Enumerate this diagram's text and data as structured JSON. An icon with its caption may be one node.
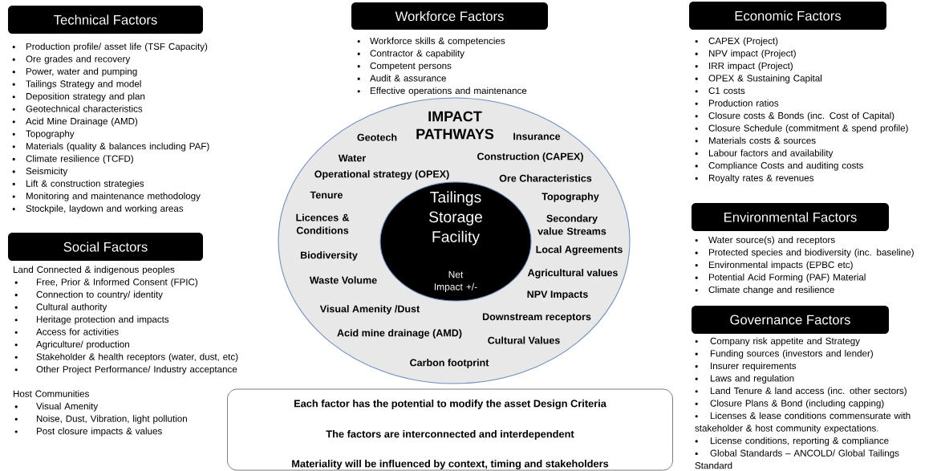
{
  "diagram": {
    "nodes": [
      {
        "text": [
          "Technical Factors"
        ],
        "beside": [
          "Production profile/ asset life (TSF Capacity)",
          "Ore grades and recovery",
          "Power, water and pumping",
          "Tailings Strategy and model",
          "Deposition strategy and plan",
          "Geotechnical characteristics",
          "Acid Mine Drainage (AMD)",
          "Topography",
          "Materials (quality & balances including PAF)",
          "Climate resilience (TCFD)",
          "Seismicity",
          "Lift & construction strategies",
          "Monitoring and maintenance methodology",
          "Stockpile, laydown and working areas"
        ]
      },
      {
        "text": [
          "Social Factors"
        ],
        "beside": [
          "Land Connected & indigenous peoples",
          "Free, Prior & Informed Consent (FPIC)",
          "Connection to country/ identity",
          "Cultural authority",
          "Heritage protection and impacts",
          "Access for activities",
          "Agriculture/ production",
          "Stakeholder & health receptors (water, dust, etc)",
          "Other Project Performance/ Industry acceptance",
          "Host Communities",
          "Visual Amenity",
          "Noise, Dust, Vibration, light pollution",
          "Post closure impacts & values"
        ]
      },
      {
        "text": [
          "Workforce Factors"
        ],
        "beside": [
          "Workforce skills & competencies",
          "Contractor & capability",
          "Competent persons",
          "Audit & assurance",
          "Effective operations and maintenance"
        ]
      },
      {
        "text": [
          "Economic Factors"
        ],
        "beside": [
          "CAPEX (Project)",
          "NPV impact (Project)",
          "IRR impact (Project)",
          "OPEX & Sustaining Capital",
          "C1 costs",
          "Production ratios",
          "Closure costs & Bonds (inc. Cost of Capital)",
          "Closure Schedule (commitment & spend profile)",
          "Materials costs & sources",
          "Labour factors and availability",
          "Compliance Costs and auditing costs",
          "Royalty rates & revenues"
        ]
      },
      {
        "text": [
          "Environmental Factors"
        ],
        "beside": [
          "Water source(s) and receptors",
          "Protected species and biodiversity (inc. baseline)",
          "Environmental impacts (EPBC etc)",
          "Potential Acid Forming (PAF) Material",
          "Climate change and resilience"
        ]
      },
      {
        "text": [
          "Governance Factors"
        ],
        "beside": [
          "Company risk appetite and Strategy",
          "Funding sources (investors and lender)",
          "Insurer requirements",
          "Laws and regulation",
          "Land Tenure & land access (inc. other sectors)",
          "Closure Plans & Bond (including capping)",
          "Licenses & lease conditions commensurate with stakeholder & host community expectations.",
          "License conditions, reporting & compliance",
          "Global Standards – ANCOLD/ Global Tailings Standard"
        ]
      },
      {
        "text": [
          "Geotech",
          "IMPACT PATHWAYS",
          "Insurance",
          "Water",
          "Construction (CAPEX)",
          "Operational strategy (OPEX)",
          "Ore Characteristics",
          "Tenure",
          "Topography",
          "Licences & Conditions",
          "Secondary value Streams",
          "Biodiversity",
          "Local Agreements",
          "Agricultural values",
          "Waste Volume",
          "NPV Impacts",
          "Visual Amenity /Dust",
          "Downstream receptors",
          "Acid mine drainage (AMD)",
          "Cultural Values",
          "Carbon footprint"
        ]
      },
      {
        "text": [
          "Tailings Storage Facility",
          "Net Impact +/-"
        ],
        "in": 6
      },
      {
        "text": [
          "Each factor has the potential to modify the asset Design Criteria",
          "The factors are interconnected and interdependent",
          "Materiality will be influenced by context, timing and stakeholders"
        ]
      }
    ]
  }
}
